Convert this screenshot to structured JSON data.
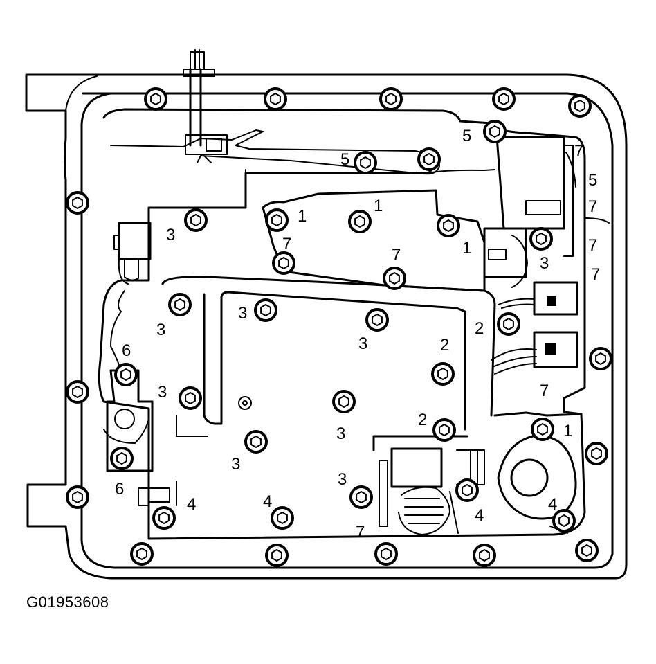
{
  "figure_id": "G01953608",
  "callout_labels": [
    {
      "id": "c1",
      "text": "5"
    },
    {
      "id": "c2",
      "text": "5"
    },
    {
      "id": "c3",
      "text": "7"
    },
    {
      "id": "c4",
      "text": "5"
    },
    {
      "id": "c5",
      "text": "7"
    },
    {
      "id": "c6",
      "text": "1"
    },
    {
      "id": "c7",
      "text": "1"
    },
    {
      "id": "c8",
      "text": "3"
    },
    {
      "id": "c9",
      "text": "7"
    },
    {
      "id": "c10",
      "text": "1"
    },
    {
      "id": "c11",
      "text": "7"
    },
    {
      "id": "c12",
      "text": "7"
    },
    {
      "id": "c13",
      "text": "3"
    },
    {
      "id": "c14",
      "text": "7"
    },
    {
      "id": "c15",
      "text": "3"
    },
    {
      "id": "c16",
      "text": "3"
    },
    {
      "id": "c17",
      "text": "2"
    },
    {
      "id": "c18",
      "text": "3"
    },
    {
      "id": "c19",
      "text": "2"
    },
    {
      "id": "c20",
      "text": "6"
    },
    {
      "id": "c21",
      "text": "3"
    },
    {
      "id": "c22",
      "text": "7"
    },
    {
      "id": "c23",
      "text": "2"
    },
    {
      "id": "c24",
      "text": "3"
    },
    {
      "id": "c25",
      "text": "1"
    },
    {
      "id": "c26",
      "text": "3"
    },
    {
      "id": "c27",
      "text": "3"
    },
    {
      "id": "c28",
      "text": "6"
    },
    {
      "id": "c29",
      "text": "4"
    },
    {
      "id": "c30",
      "text": "4"
    },
    {
      "id": "c31",
      "text": "4"
    },
    {
      "id": "c32",
      "text": "4"
    },
    {
      "id": "c33",
      "text": "7"
    }
  ]
}
